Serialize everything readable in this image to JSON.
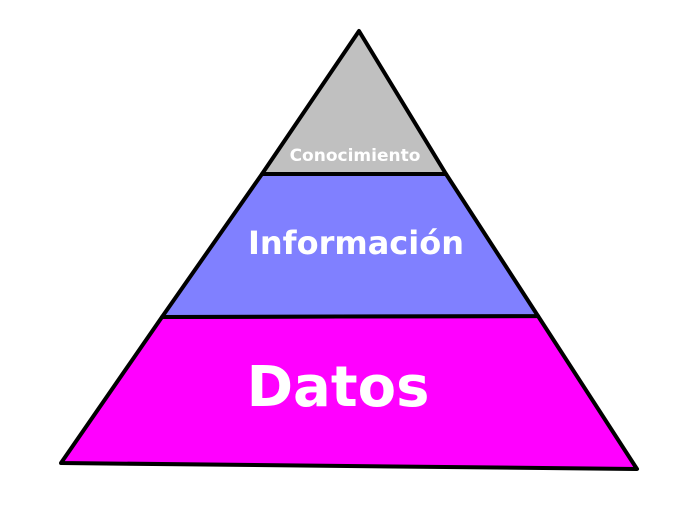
{
  "diagram": {
    "type": "pyramid",
    "tiers": [
      {
        "label": "Conocimiento",
        "color": "#c0c0c0"
      },
      {
        "label": "Información",
        "color": "#8080ff"
      },
      {
        "label": "Datos",
        "color": "#ff00ff"
      }
    ],
    "outline_color": "#000000",
    "label_color": "#ffffff"
  }
}
